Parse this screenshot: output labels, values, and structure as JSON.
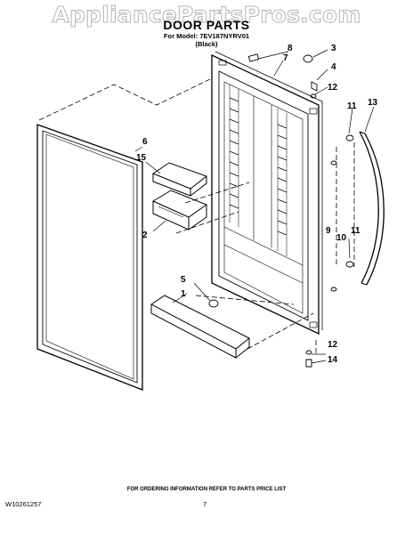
{
  "watermark": "AppliancePartsPros.com",
  "title": "DOOR PARTS",
  "model_line": "For Model: 7EV187NYRV01",
  "color_line": "(Black)",
  "footer_note": "FOR ORDERING INFORMATION REFER TO PARTS PRICE LIST",
  "document_id": "W10261257",
  "page_number": "7",
  "callouts": {
    "c1": "1",
    "c2": "2",
    "c3": "3",
    "c4": "4",
    "c5": "5",
    "c6": "6",
    "c7": "7",
    "c8": "8",
    "c9": "9",
    "c10": "10",
    "c11a": "11",
    "c11b": "11",
    "c12a": "12",
    "c12b": "12",
    "c13": "13",
    "c14": "14",
    "c15": "15"
  }
}
